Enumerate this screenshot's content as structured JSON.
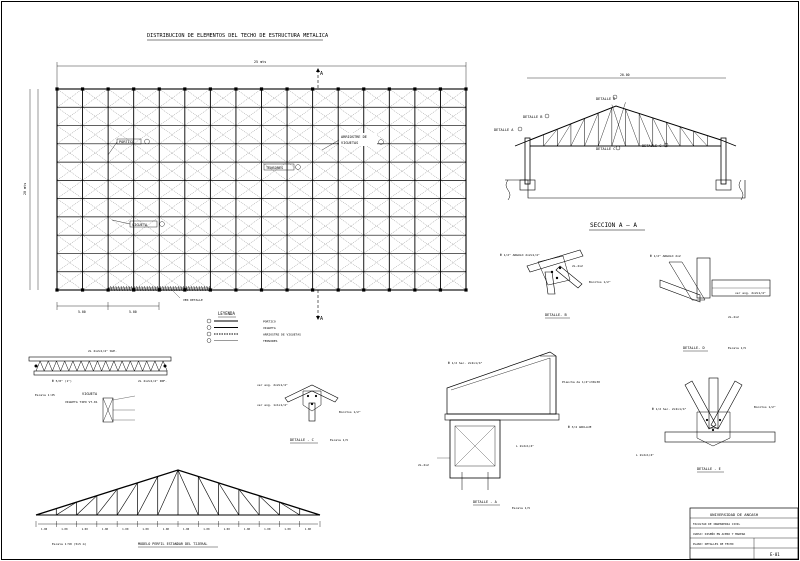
{
  "title": "DISTRIBUCION DE ELEMENTOS DEL TECHO DE ESTRUCTURA METALICA",
  "plan": {
    "labels": {
      "porticos": "PORTICO",
      "tensores": "TENSORES",
      "arriostres": "ARRIOSTRE DE",
      "arriostres2": "VIGUETAS",
      "vigueta": "VIGUETA",
      "section_mark": "A",
      "eave_note": "VER DETALLE",
      "total_width": "25 mts",
      "total_height": "20 mts",
      "bay_1": "5.00",
      "bay_2": "5.00"
    }
  },
  "legend": {
    "title": "LEYENDA",
    "items": [
      "PORTICO",
      "VIGUETA",
      "ARRIOSTRE DE VIGUETAS",
      "TENSORES"
    ]
  },
  "section": {
    "title": "SECCION A — A",
    "span": "20.00",
    "labels": {
      "detalle_a": "DETALLE A",
      "detalle_b": "DETALLE B",
      "detalle_c": "DETALLE C",
      "detalle_d": "DETALLE D"
    }
  },
  "details": {
    "b": {
      "title": "DETALLE- B",
      "callout_1": "Φ 1/2\" ANGULO 2x2x1/4\"",
      "callout_2": "Bonitos 1/2\"",
      "callout_3": "2L-2x2"
    },
    "d": {
      "title": "DETALLE- D",
      "scale": "Escala 1/5",
      "callout_1": "Φ 1/2\" ANGULO 2x2",
      "callout_2": "ver ang. 2x2x1/4\"",
      "callout_3": "2L-2x2"
    },
    "c": {
      "title": "DETALLE - C",
      "scale": "Escala 1/5",
      "callout_1": "ver ang. 2x2x1/4\"",
      "callout_2": "ver ang. 1x1x1/4\"",
      "callout_3": "Bonitos 1/2\""
    },
    "a": {
      "title": "DETALLE - A",
      "scale": "Escala 1/5",
      "callout_1": "Φ 1/2 Sec. 2x2x1/4\"",
      "callout_2": "Plancha de 1/4\"x30x30",
      "callout_3": "Φ 3/4 ANCLAJE",
      "callout_4": "L 2x2x1/4\"",
      "callout_5": "2L-2x2"
    },
    "e": {
      "title": "DETALLE - E",
      "callout_1": "Φ 1/2 Sec. 2x2x1/4\"",
      "callout_2": "Bonitos 1/2\"",
      "callout_3": "L 2x2x1/4\""
    }
  },
  "vigueta": {
    "title": "VIGUETA",
    "subtitle": "VIGUETA TIPO VT-01",
    "callout_top": "2L 2x2x1/4\" SUP.",
    "callout_bottom": "2L 2x2x1/4\" INF.",
    "callout_diag": "Φ 5/8\" (1\")",
    "scale": "Escala 1:25"
  },
  "truss": {
    "caption": "MODELO PERFIL ESTANDAR DEL TIJERAL",
    "note": "Escala 1:50 (5x5 m)",
    "dims": [
      "1.00",
      "1.00",
      "1.00",
      "1.00",
      "1.00",
      "1.00",
      "1.00",
      "1.00",
      "1.00",
      "1.00",
      "1.00",
      "1.00",
      "1.00",
      "1.00"
    ]
  },
  "titleblock": {
    "university": "UNIVERSIDAD DE ANCASH",
    "row1": "FACULTAD DE INGENIERIA CIVIL",
    "row2": "CURSO: DISEÑO EN ACERO Y MADERA",
    "row3": "PLANO: DETALLES DE TECHO",
    "sheet": "E-01"
  }
}
